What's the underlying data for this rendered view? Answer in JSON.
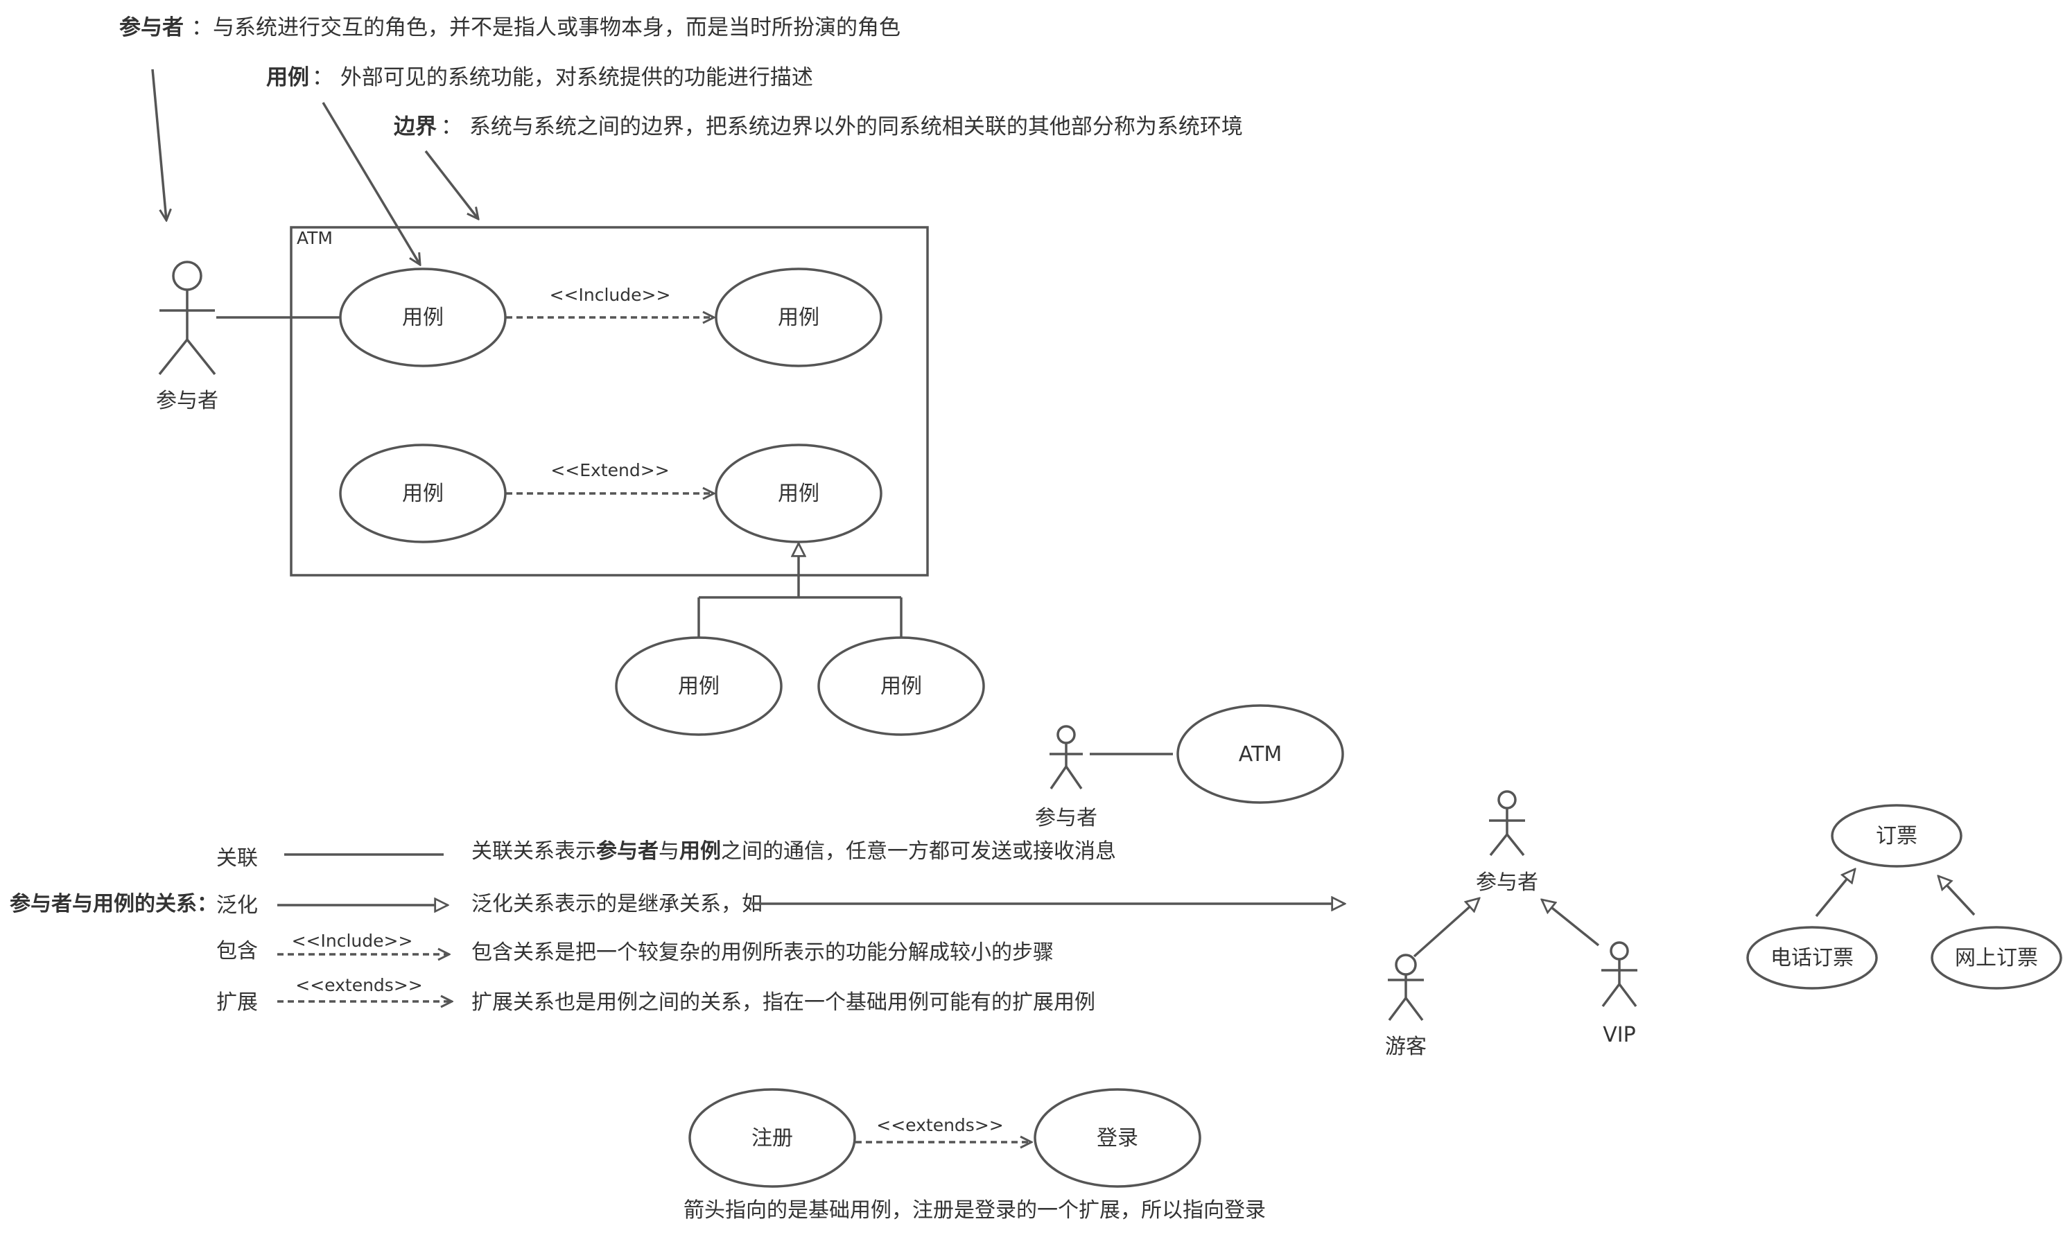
{
  "definitions": {
    "actor": {
      "term": "参与者",
      "desc": "：与系统进行交互的角色，并不是指人或事物本身，而是当时所扮演的角色"
    },
    "usecase": {
      "term": "用例",
      "desc": "：  外部可见的系统功能，对系统提供的功能进行描述"
    },
    "boundary": {
      "term": "边界",
      "desc": "：  系统与系统之间的边界，把系统边界以外的同系统相关联的其他部分称为系统环境"
    }
  },
  "atm_diagram": {
    "system_label": "ATM",
    "actor_label": "参与者",
    "usecase_label": "用例",
    "include_label": "<<Include>>",
    "extend_label": "<<Extend>>"
  },
  "assoc_example": {
    "actor_label": "参与者",
    "usecase_label": "ATM"
  },
  "relations": {
    "heading": "参与者与用例的关系：",
    "association": {
      "name": "关联",
      "desc_prefix": "关联关系表示",
      "desc_bold1": "参与者",
      "desc_mid": "与",
      "desc_bold2": "用例",
      "desc_suffix": "之间的通信，任意一方都可发送或接收消息"
    },
    "generalization": {
      "name": "泛化",
      "desc": "泛化关系表示的是继承关系，如"
    },
    "include": {
      "name": "包含",
      "arrow_label": "<<Include>>",
      "desc": "包含关系是把一个较复杂的用例所表示的功能分解成较小的步骤"
    },
    "extend": {
      "name": "扩展",
      "arrow_label": "<<extends>>",
      "desc": "扩展关系也是用例之间的关系，指在一个基础用例可能有的扩展用例"
    }
  },
  "actor_generalization": {
    "parent": "参与者",
    "child1": "游客",
    "child2": "VIP"
  },
  "usecase_generalization": {
    "parent": "订票",
    "child1": "电话订票",
    "child2": "网上订票"
  },
  "extends_example": {
    "source": "注册",
    "target": "登录",
    "label": "<<extends>>",
    "caption": "箭头指向的是基础用例，注册是登录的一个扩展，所以指向登录"
  }
}
